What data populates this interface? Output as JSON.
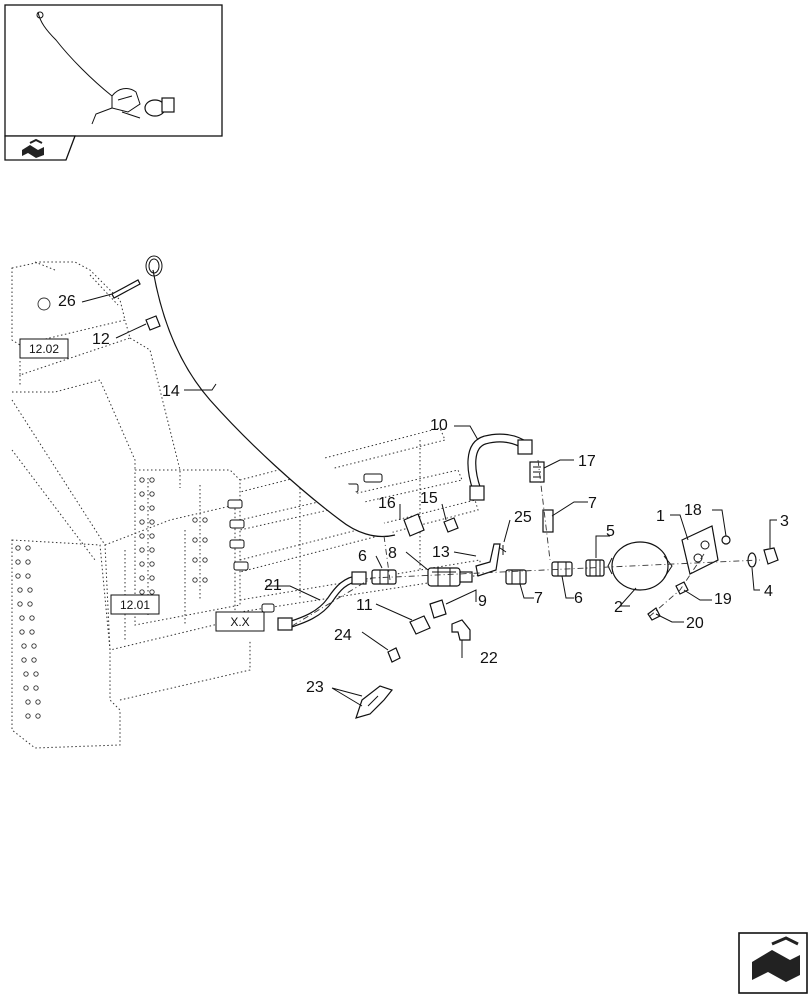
{
  "thumbnail": {
    "label": "overview-thumbnail"
  },
  "refs": {
    "r1202": "12.02",
    "r1201": "12.01",
    "rxx": "X.X"
  },
  "callouts": {
    "c1": "1",
    "c2": "2",
    "c3": "3",
    "c4": "4",
    "c5": "5",
    "c6a": "6",
    "c6b": "6",
    "c7a": "7",
    "c7b": "7",
    "c8": "8",
    "c9": "9",
    "c10": "10",
    "c11": "11",
    "c12": "12",
    "c13": "13",
    "c14": "14",
    "c15": "15",
    "c16": "16",
    "c17": "17",
    "c18": "18",
    "c19": "19",
    "c20": "20",
    "c21": "21",
    "c22": "22",
    "c23": "23",
    "c24": "24",
    "c25": "25",
    "c26": "26"
  },
  "icons": {
    "thumb_nav": "next-page-arrow-icon",
    "corner_nav": "next-page-arrow-icon"
  }
}
